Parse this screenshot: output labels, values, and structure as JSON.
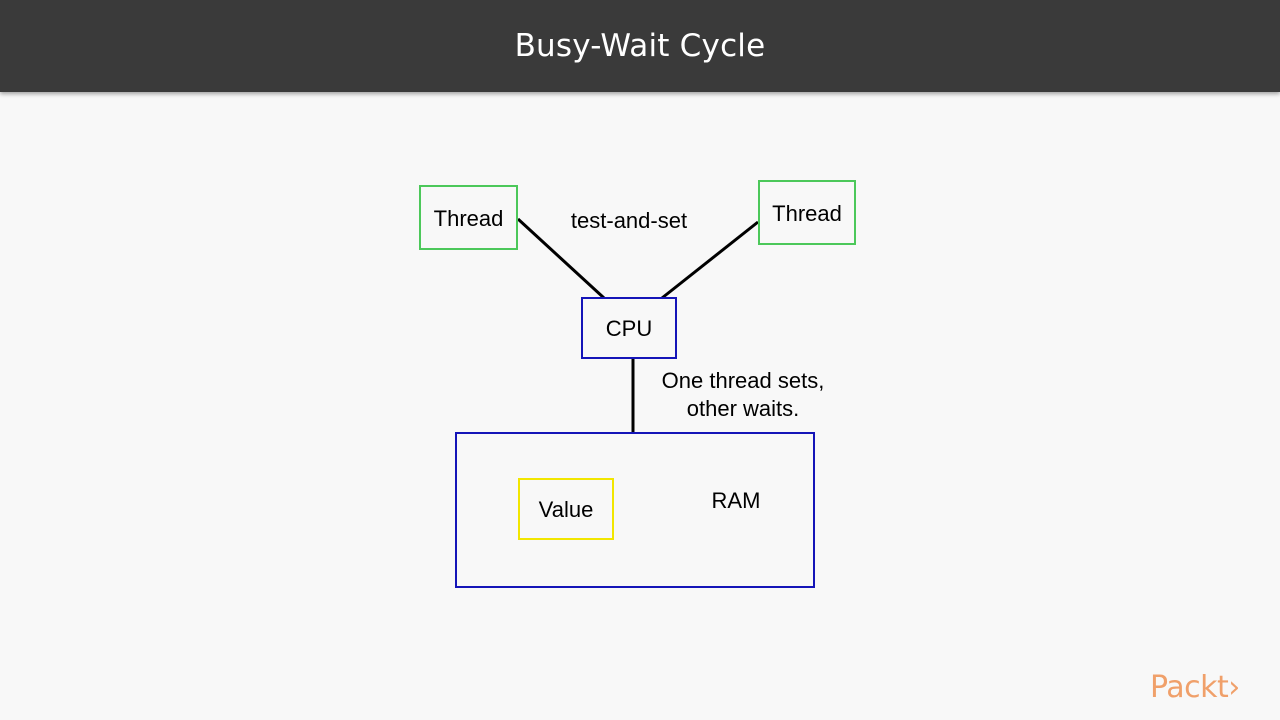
{
  "slide": {
    "title": "Busy-Wait Cycle"
  },
  "diagram": {
    "nodes": {
      "thread_left": "Thread",
      "thread_right": "Thread",
      "cpu": "CPU",
      "ram": "RAM",
      "value": "Value"
    },
    "edge_labels": {
      "threads_to_cpu": "test-and-set",
      "cpu_to_ram_line1": "One thread sets,",
      "cpu_to_ram_line2": "other waits."
    },
    "colors": {
      "thread_border": "#4cc85a",
      "cpu_ram_border": "#1515b8",
      "value_border": "#f2e600",
      "edges": "#000000"
    }
  },
  "branding": {
    "logo_text": "Packt›",
    "logo_color": "#f0a06a"
  }
}
